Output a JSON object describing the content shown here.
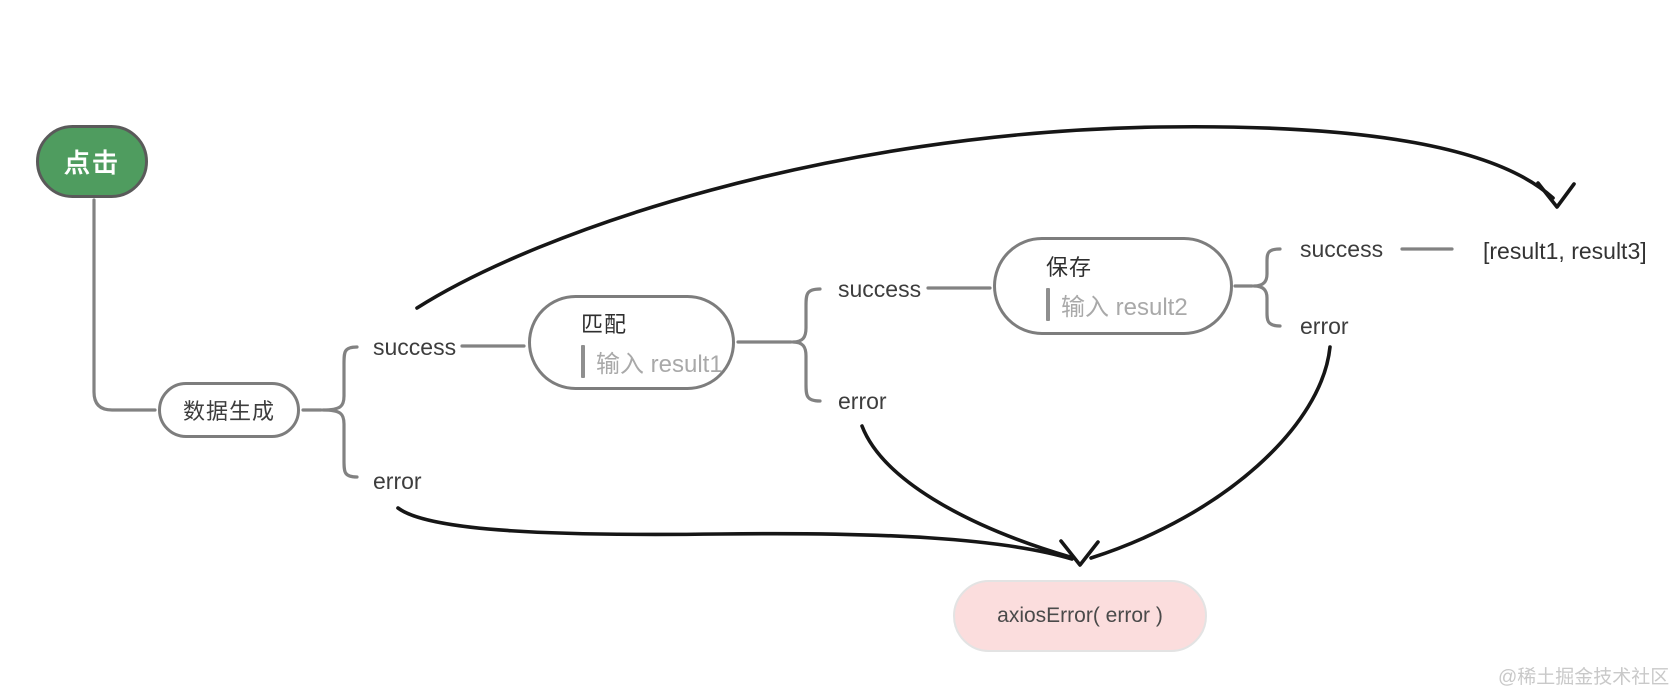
{
  "diagram": {
    "root": {
      "label": "点击"
    },
    "data_gen": {
      "label": "数据生成"
    },
    "match": {
      "title": "匹配",
      "placeholder": "输入 result1"
    },
    "save": {
      "title": "保存",
      "placeholder": "输入 result2"
    },
    "error_sink": {
      "label": "axiosError( error )"
    },
    "result_output": {
      "label": "[result1, result3]"
    },
    "branch1": {
      "success": "success",
      "error": "error"
    },
    "branch2": {
      "success": "success",
      "error": "error"
    },
    "branch3": {
      "success": "success",
      "error": "error"
    },
    "watermark": "@稀土掘金技术社区"
  },
  "colors": {
    "root_fill": "#4f9c5f",
    "root_border": "#5a5a5a",
    "node_border": "#7d7d7d",
    "error_sink_fill": "#fbdddd",
    "connector_gray": "#828282",
    "arrow_black": "#161616",
    "placeholder_gray": "#a9a9a9",
    "label_dark": "#3d3d3d",
    "watermark_gray": "#c9c9c9"
  }
}
